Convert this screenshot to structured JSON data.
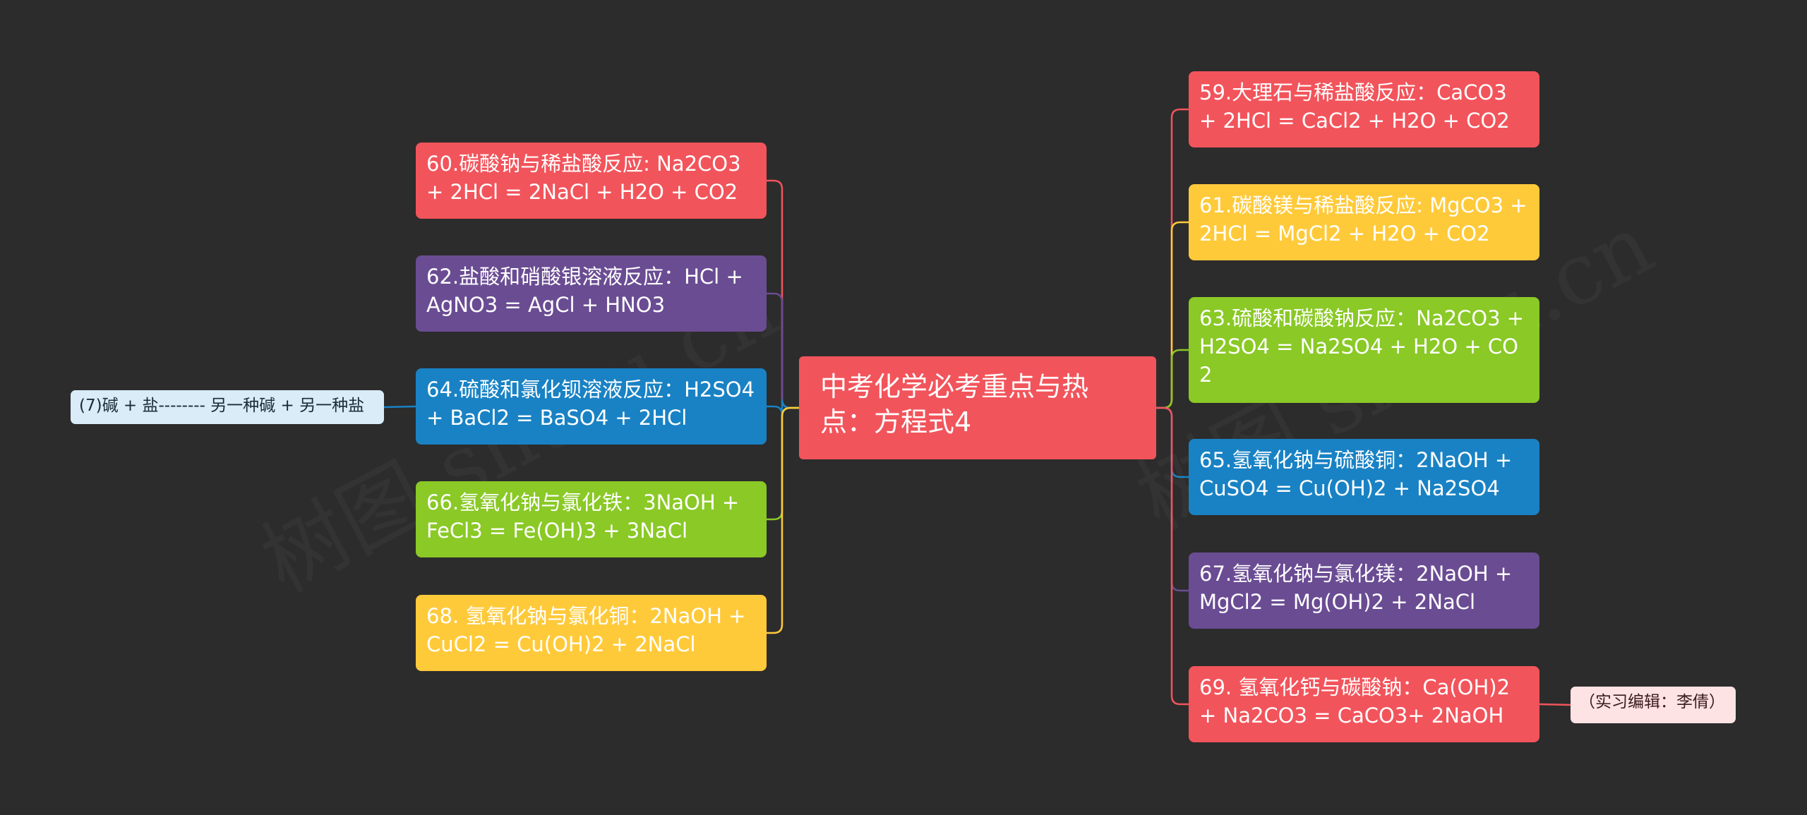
{
  "center": {
    "text": "中考化学必考重点与热点：方程式4",
    "color": "#f2545b"
  },
  "left": [
    {
      "text": "60.碳酸钠与稀盐酸反应: Na2CO3 + 2HCl = 2NaCl + H2O + CO2",
      "color": "#f2545b"
    },
    {
      "text": "62.盐酸和硝酸银溶液反应：HCl + AgNO3 = AgCl + HNO3",
      "color": "#6a4c93"
    },
    {
      "text": "64.硫酸和氯化钡溶液反应：H2SO4 + BaCl2 = BaSO4 + 2HCl",
      "color": "#1982c4"
    },
    {
      "text": "66.氢氧化钠与氯化铁：3NaOH + FeCl3 = Fe(OH)3 + 3NaCl",
      "color": "#8ac926"
    },
    {
      "text": "68. 氢氧化钠与氯化铜：2NaOH + CuCl2 = Cu(OH)2 + 2NaCl",
      "color": "#ffca3a"
    }
  ],
  "right": [
    {
      "text": "59.大理石与稀盐酸反应：CaCO3 + 2HCl = CaCl2 + H2O + CO2",
      "color": "#f2545b"
    },
    {
      "text": "61.碳酸镁与稀盐酸反应: MgCO3 + 2HCl = MgCl2 + H2O + CO2",
      "color": "#ffca3a"
    },
    {
      "text": "63.硫酸和碳酸钠反应：Na2CO3 + H2SO4 = Na2SO4 + H2O + CO2",
      "color": "#8ac926"
    },
    {
      "text": "65.氢氧化钠与硫酸铜：2NaOH + CuSO4 = Cu(OH)2 + Na2SO4",
      "color": "#1982c4"
    },
    {
      "text": "67.氢氧化钠与氯化镁：2NaOH + MgCl2 = Mg(OH)2 + 2NaCl",
      "color": "#6a4c93"
    },
    {
      "text": "69. 氢氧化钙与碳酸钠：Ca(OH)2 + Na2CO3 = CaCO3+ 2NaOH",
      "color": "#f2545b"
    }
  ],
  "left_leaf": {
    "text": "(7)碱 + 盐-------- 另一种碱 + 另一种盐",
    "bg": "#d9ecf7",
    "fg": "#1b2a38",
    "line": "#1982c4"
  },
  "right_leaf": {
    "text": "（实习编辑：李倩）",
    "bg": "#fde3e4",
    "fg": "#3a1c1e",
    "line": "#f2545b"
  },
  "watermarks": [
    "树图 shutu.cn",
    "树图 shutu.cn"
  ]
}
